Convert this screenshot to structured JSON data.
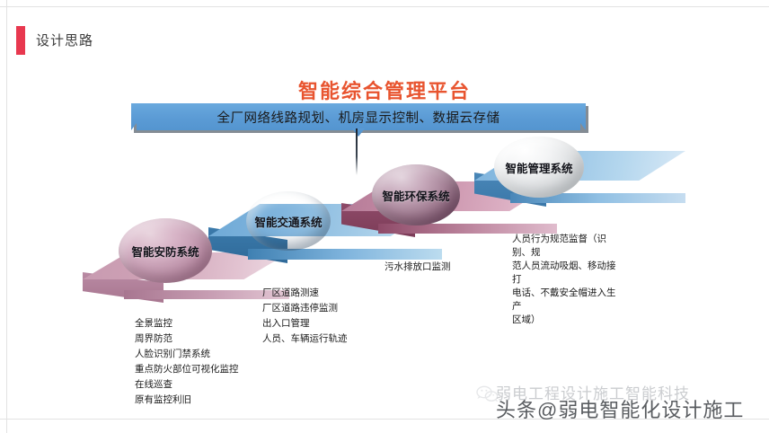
{
  "header": {
    "title": "设计思路",
    "accent_color": "#e8384f"
  },
  "main_title": {
    "text": "智能综合管理平台",
    "color": "#e8542f"
  },
  "banner": {
    "text": "全厂网络线路规划、机房显示控制、数据云存储",
    "color": "#5b9bd5"
  },
  "steps": [
    {
      "label": "智能安防系统",
      "color": "#c79ab0",
      "details": "全景监控\n周界防范\n人脸识别门禁系统\n重点防火部位可视化监控\n在线巡查\n原有监控利旧",
      "detail_lines": [
        "全景监控",
        "周界防范",
        "人脸识别门禁系统",
        "重点防火部位可视化监控",
        "在线巡查",
        "原有监控利旧"
      ]
    },
    {
      "label": "智能交通系统",
      "color": "#7fb4dd",
      "details": "厂区道路测速\n厂区道路违停监测\n出入口管理\n人员、车辆运行轨迹",
      "detail_lines": [
        "厂区道路测速",
        "厂区道路违停监测",
        "出入口管理",
        "人员、车辆运行轨迹"
      ]
    },
    {
      "label": "智能环保系统",
      "color": "#b57b97",
      "details": "污水排放口监测",
      "detail_lines": [
        "污水排放口监测"
      ]
    },
    {
      "label": "智能管理系统",
      "color": "#dfe1e3",
      "details": "人员行为规范监督（识别、规范人员流动吸烟、移动接打电话、不戴安全帽进入生产区域）",
      "detail_lines": [
        "人员行为规范监督（识别、规",
        "范人员流动吸烟、移动接打",
        "电话、不戴安全帽进入生产",
        "区域）"
      ]
    }
  ],
  "watermarks": {
    "faint": "弱电工程设计施工智能科技",
    "bold": "头条@弱电智能化设计施工"
  }
}
